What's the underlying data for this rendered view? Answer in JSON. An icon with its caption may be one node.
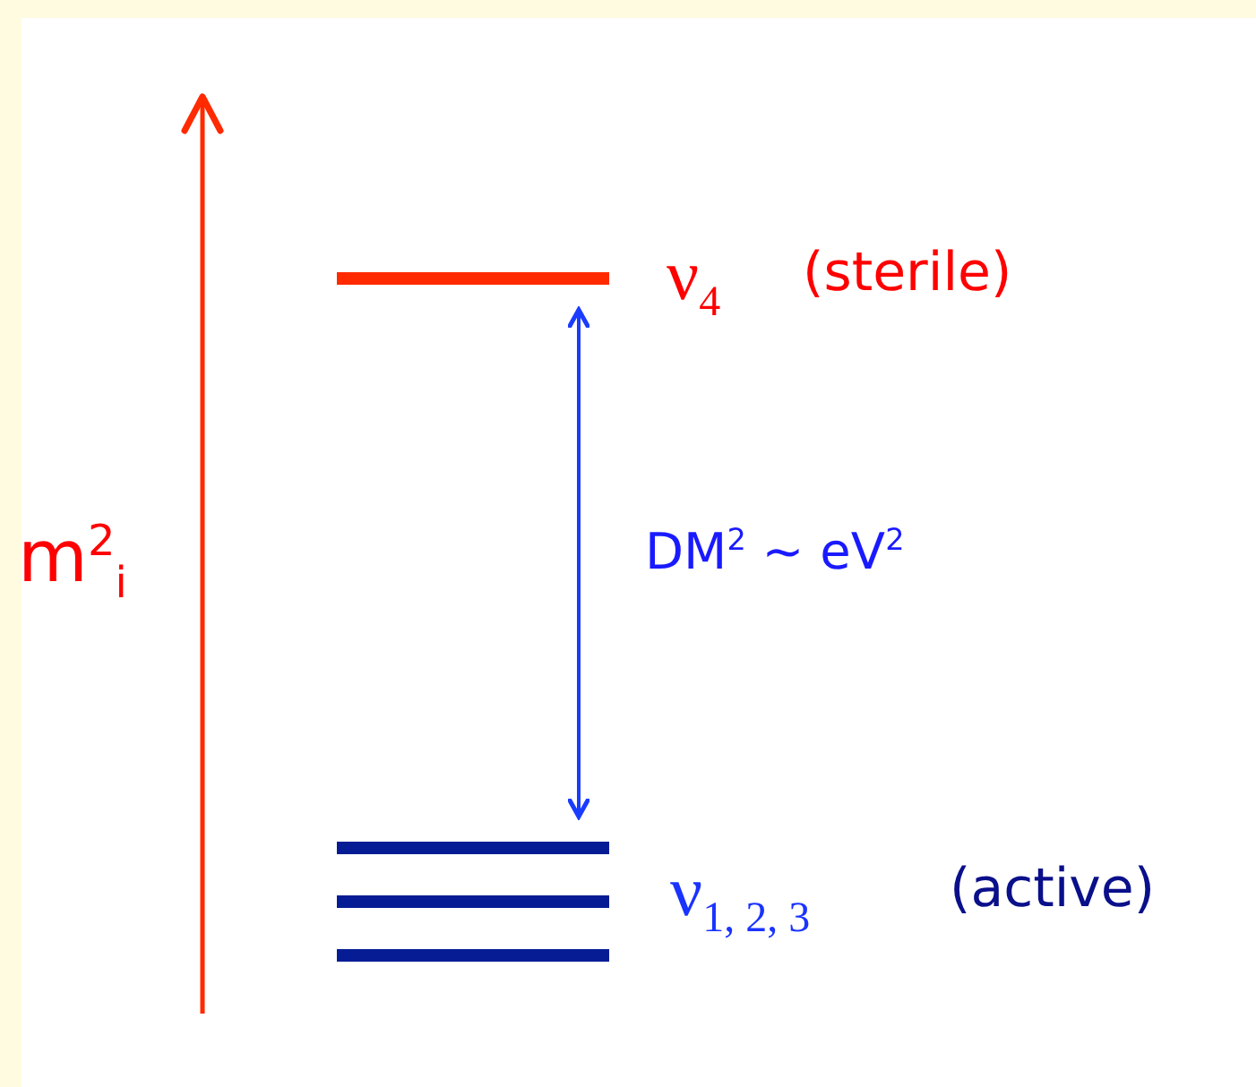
{
  "diagram": {
    "nodes": [
      {
        "text": [],
        "shape": "bar",
        "beside": [
          "ν$_{4}$",
          "(sterile)"
        ]
      },
      {
        "text": [],
        "shape": "bar"
      },
      {
        "text": [],
        "shape": "bar",
        "beside": [
          "ν$_{1, 2, 3}$",
          "(active)"
        ]
      },
      {
        "text": [],
        "shape": "bar"
      }
    ],
    "edges": [
      {
        "from": 1,
        "to": 0,
        "arrow": "both",
        "label": "DM$^{2}$ ~ eV$^{2}$"
      }
    ],
    "labels": [
      "m$^{2}$$_{i}$"
    ]
  }
}
